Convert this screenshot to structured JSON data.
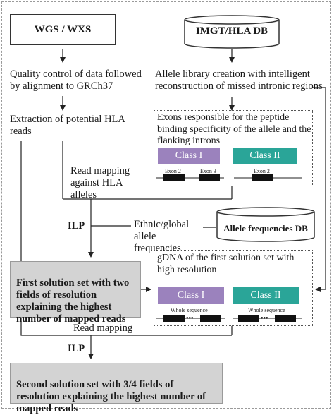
{
  "inputs": {
    "wgs": "WGS / WXS",
    "imgt": "IMGT/HLA DB",
    "allele_db": "Allele frequencies DB"
  },
  "steps": {
    "qc": "Quality control of data followed\nby alignment to GRCh37",
    "extract": "Extraction of potential HLA\nreads",
    "library": "Allele library creation with intelligent\nreconstruction of missed intronic regions",
    "read_mapping_hla": "Read mapping\nagainst HLA\nalleles",
    "ethnic": "Ethnic/global\nallele frequencies",
    "ilp1": "ILP",
    "ilp2": "ILP",
    "read_mapping2": "Read mapping"
  },
  "exons_panel": {
    "text": "Exons responsible for the peptide\nbinding specificity of the allele and the\nflanking introns",
    "class1": "Class I",
    "class2": "Class II",
    "exon2": "Exon 2",
    "exon3": "Exon 3",
    "exon2b": "Exon 2"
  },
  "gdna_panel": {
    "text": "gDNA of the first solution set with\nhigh resolution",
    "class1": "Class I",
    "class2": "Class II",
    "whole1": "Whole sequence",
    "whole2": "Whole sequence",
    "dots1": "•••",
    "dots2": "•••"
  },
  "outputs": {
    "first": "First solution set with two\nfields of resolution\nexplaining the highest\nnumber of mapped reads",
    "second": "Second solution set with 3/4 fields of\nresolution explaining the highest number of\nmapped reads"
  },
  "colors": {
    "class1": "#9b82bd",
    "class2": "#2aa598",
    "gray": "#d3d3d3"
  }
}
